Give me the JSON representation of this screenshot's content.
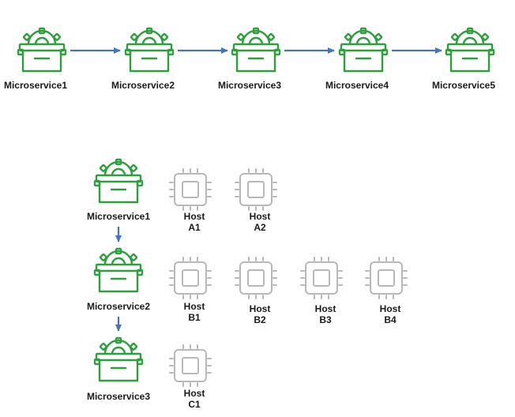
{
  "pipeline": {
    "services": [
      "Microservice1",
      "Microservice2",
      "Microservice3",
      "Microservice4",
      "Microservice5"
    ]
  },
  "deployment": {
    "rows": [
      {
        "service": "Microservice1",
        "hosts": [
          {
            "word": "Host",
            "id": "A1"
          },
          {
            "word": "Host",
            "id": "A2"
          }
        ]
      },
      {
        "service": "Microservice2",
        "hosts": [
          {
            "word": "Host",
            "id": "B1"
          },
          {
            "word": "Host",
            "id": "B2"
          },
          {
            "word": "Host",
            "id": "B3"
          },
          {
            "word": "Host",
            "id": "B4"
          }
        ]
      },
      {
        "service": "Microservice3",
        "hosts": [
          {
            "word": "Host",
            "id": "C1"
          }
        ]
      }
    ]
  },
  "colors": {
    "service_green": "#2e9e3e",
    "arrow_blue": "#4472c4",
    "host_gray": "#b8b8b8"
  },
  "icons": {
    "service": "microservice-gear-box-icon",
    "host": "host-chip-icon"
  }
}
